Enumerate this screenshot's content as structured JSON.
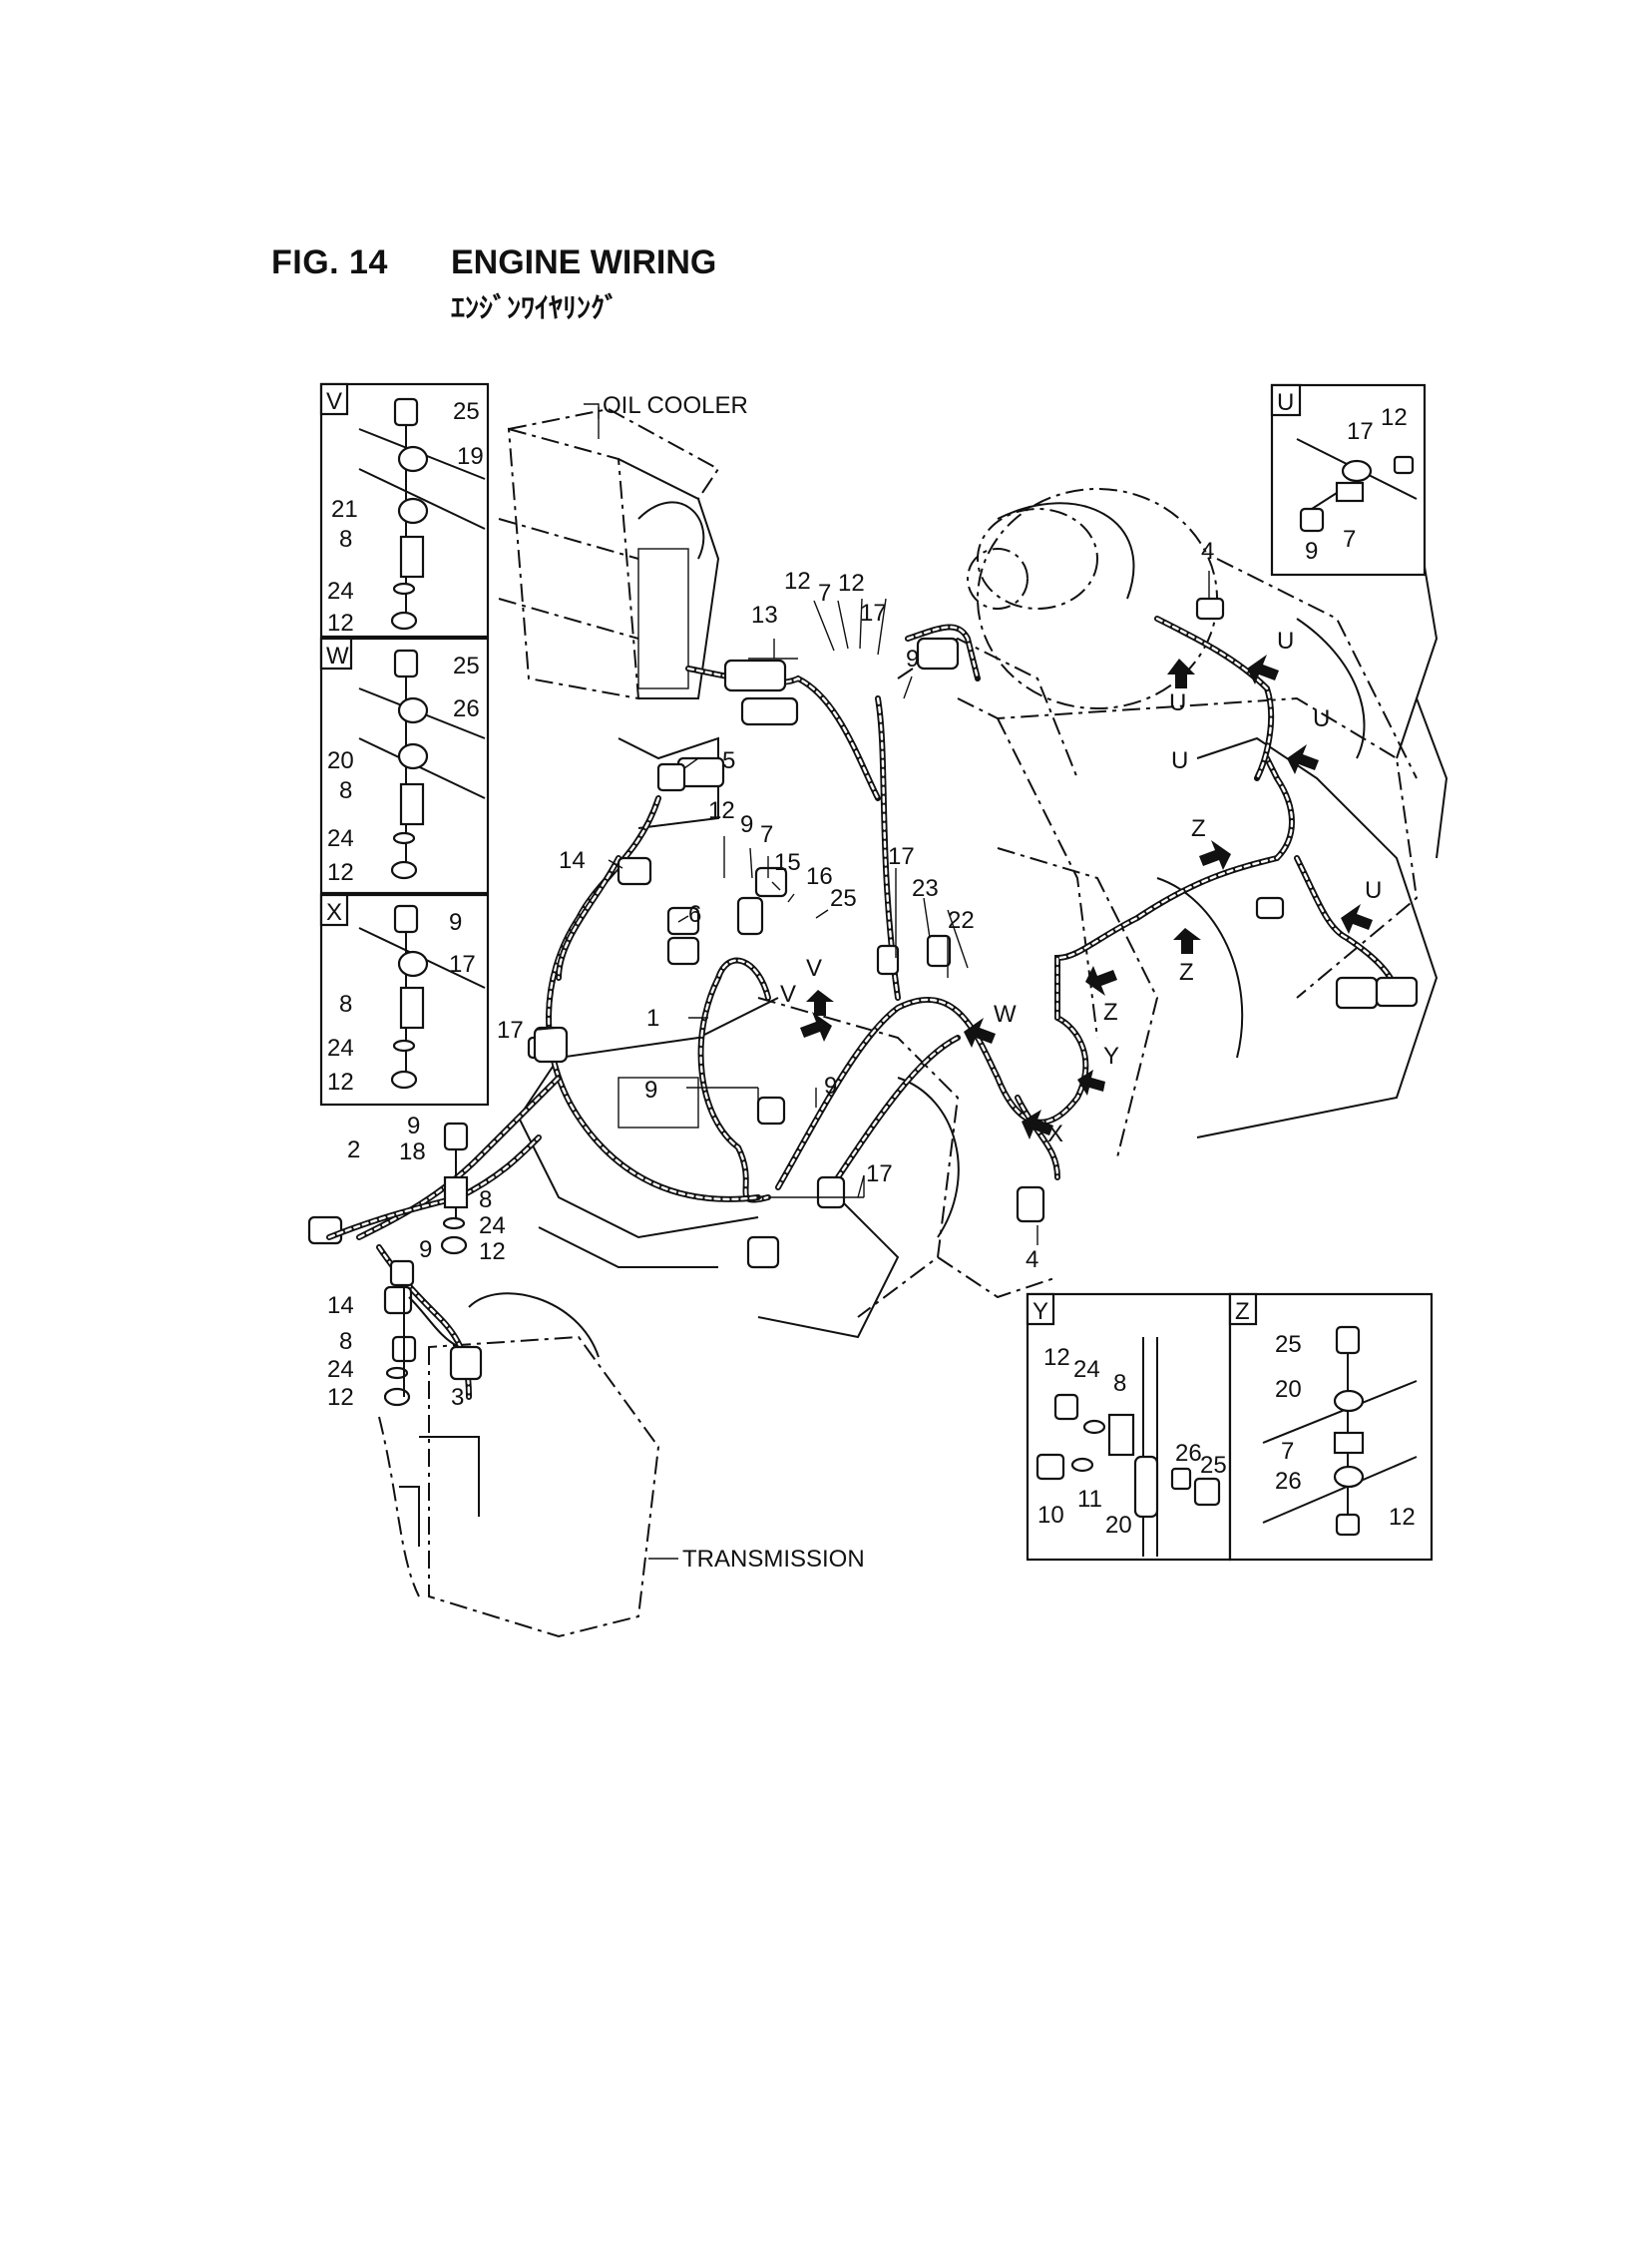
{
  "header": {
    "figure_number": "FIG. 14",
    "title": "ENGINE WIRING",
    "subtitle_jp": "ｴﾝｼﾞﾝﾜｲﾔﾘﾝｸﾞ"
  },
  "components": {
    "oil_cooler": "OIL COOLER",
    "transmission": "TRANSMISSION"
  },
  "detail_views": {
    "V": {
      "letter": "V",
      "labels": [
        "25",
        "19",
        "21",
        "8",
        "24",
        "12"
      ]
    },
    "W": {
      "letter": "W",
      "labels": [
        "25",
        "26",
        "20",
        "8",
        "24",
        "12"
      ]
    },
    "X": {
      "letter": "X",
      "labels": [
        "9",
        "17",
        "8",
        "24",
        "12"
      ]
    },
    "U": {
      "letter": "U",
      "labels": [
        "17",
        "12",
        "9",
        "7"
      ]
    },
    "Y": {
      "letter": "Y",
      "labels": [
        "12",
        "24",
        "8",
        "26",
        "25",
        "10",
        "11",
        "20"
      ]
    },
    "Z": {
      "letter": "Z",
      "labels": [
        "25",
        "20",
        "7",
        "26",
        "12"
      ]
    }
  },
  "main_labels": [
    "12",
    "7",
    "12",
    "17",
    "13",
    "9",
    "4",
    "5",
    "14",
    "6",
    "12",
    "9",
    "7",
    "15",
    "16",
    "25",
    "17",
    "23",
    "22",
    "1",
    "17",
    "9",
    "17",
    "4",
    "2",
    "18",
    "8",
    "24",
    "12",
    "9",
    "9",
    "14",
    "8",
    "24",
    "12",
    "3",
    "9"
  ],
  "view_arrows": [
    "U",
    "U",
    "U",
    "U",
    "Z",
    "Z",
    "Z",
    "V",
    "V",
    "W",
    "Y",
    "X",
    "U"
  ]
}
